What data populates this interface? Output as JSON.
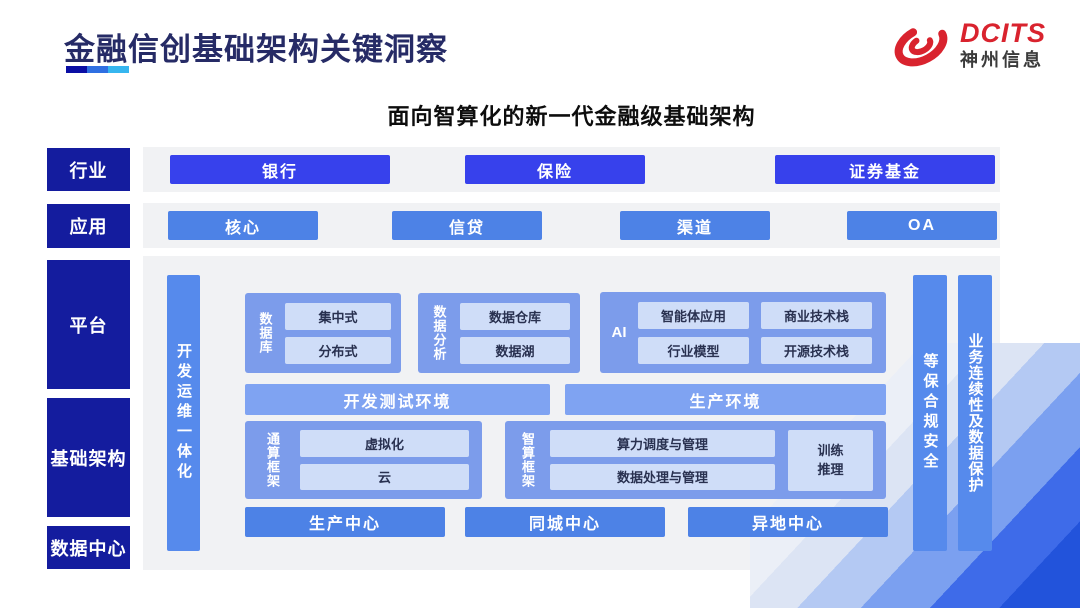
{
  "header": {
    "title": "金融信创基础架构关键洞察",
    "logo_brand": "DCITS",
    "logo_company": "神州信息"
  },
  "subtitle": "面向智算化的新一代金融级基础架构",
  "layer_labels": {
    "industry": "行业",
    "application": "应用",
    "platform": "平台",
    "infrastructure": "基础架构",
    "datacenter": "数据中心"
  },
  "industry_items": [
    "银行",
    "保险",
    "证券基金"
  ],
  "application_items": [
    "核心",
    "信贷",
    "渠道",
    "OA"
  ],
  "vertical_bars": {
    "devops": "开发运维一体化",
    "security": "等保合规安全",
    "continuity": "业务连续性及数据保护"
  },
  "platform": {
    "database": {
      "label": "数据库",
      "items": [
        "集中式",
        "分布式"
      ]
    },
    "analytics": {
      "label": "数据分析",
      "items": [
        "数据仓库",
        "数据湖"
      ]
    },
    "ai": {
      "label": "AI",
      "items": [
        "智能体应用",
        "商业技术栈",
        "行业模型",
        "开源技术栈"
      ]
    },
    "dev_env": "开发测试环境",
    "prod_env": "生产环境"
  },
  "infrastructure": {
    "general_compute": {
      "label": "通算框架",
      "items": [
        "虚拟化",
        "云"
      ]
    },
    "ai_compute": {
      "label": "智算框架",
      "items": [
        "算力调度与管理",
        "数据处理与管理"
      ],
      "side_item": "训练\n推理"
    },
    "centers": [
      "生产中心",
      "同城中心",
      "异地中心"
    ]
  },
  "colors": {
    "navy_label": "#141c9e",
    "vivid_blue": "#3741ec",
    "mid_blue": "#4d82e6",
    "bar_blue": "#568aec",
    "section_blue": "#7c9ceb",
    "wide_button_blue": "#7fa3f2",
    "inner_chip_blue": "#cfddf8",
    "strip_gray": "#f1f2f4",
    "logo_red": "#d9232e",
    "title_navy": "#262b66"
  }
}
